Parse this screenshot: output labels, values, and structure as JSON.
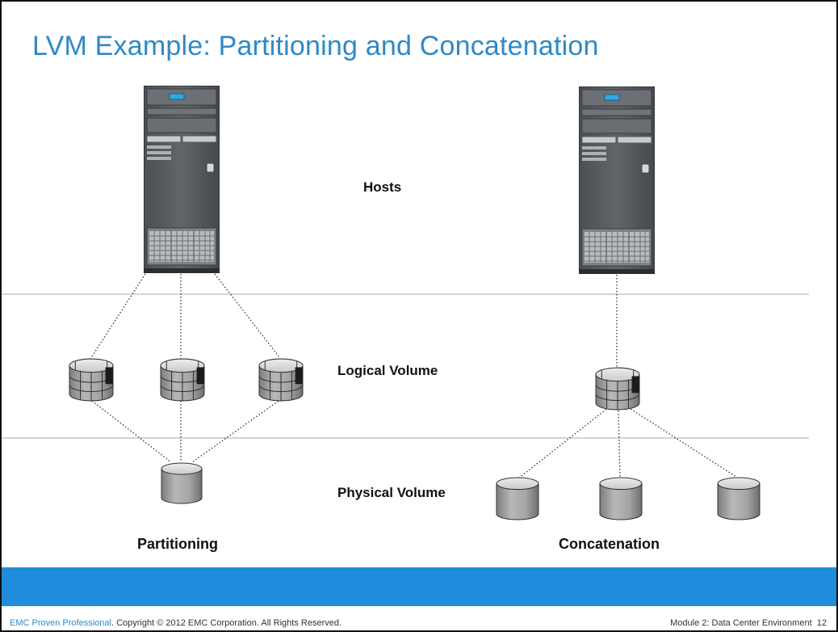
{
  "slide": {
    "title": "LVM Example: Partitioning and Concatenation",
    "labels": {
      "hosts": "Hosts",
      "logical_volume": "Logical Volume",
      "physical_volume": "Physical Volume",
      "partitioning": "Partitioning",
      "concatenation": "Concatenation"
    },
    "footer": {
      "brand": "EMC Proven Professional",
      "copyright": ". Copyright © 2012 EMC Corporation. All Rights Reserved.",
      "module": "Module 2: Data Center Environment",
      "page_number": "12"
    }
  },
  "colors": {
    "title": "#2e8ac6",
    "band": "#1f8ddb",
    "server_body": "#5a5e62",
    "disk_gray": "#a9a9a9"
  },
  "icons": [
    "server-icon",
    "logical-volume-icon",
    "physical-disk-icon"
  ]
}
